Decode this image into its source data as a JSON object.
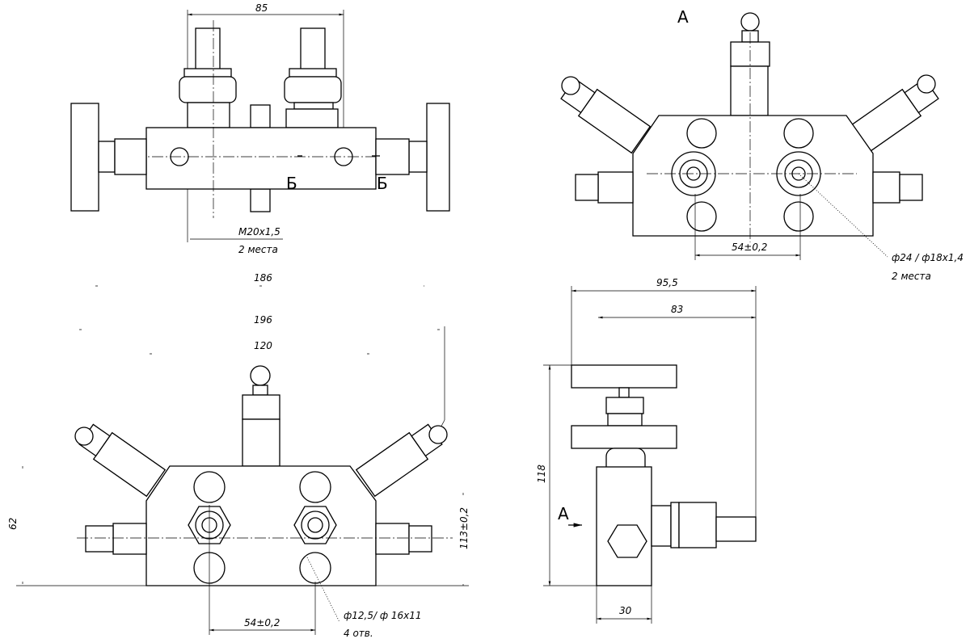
{
  "drawing": {
    "front_view": {
      "dim_width": "85",
      "thread_label": "M20x1,5",
      "thread_qty": "2 места",
      "section_mark": "Б"
    },
    "view_a_top": {
      "view_label": "А",
      "dim_spacing": "54±0,2",
      "port_label": "ф24 / ф18х1,4",
      "port_qty": "2 места"
    },
    "bottom_view": {
      "dim_186": "186",
      "dim_196": "196",
      "dim_120": "120",
      "dim_height": "62",
      "dim_113": "113±0,2",
      "dim_spacing": "54±0,2",
      "hole_label": "ф12,5/ ф 16х11",
      "hole_qty": "4 отв."
    },
    "side_view": {
      "dim_95": "95,5",
      "dim_83": "83",
      "dim_118": "118",
      "dim_30": "30",
      "view_label": "А"
    }
  }
}
